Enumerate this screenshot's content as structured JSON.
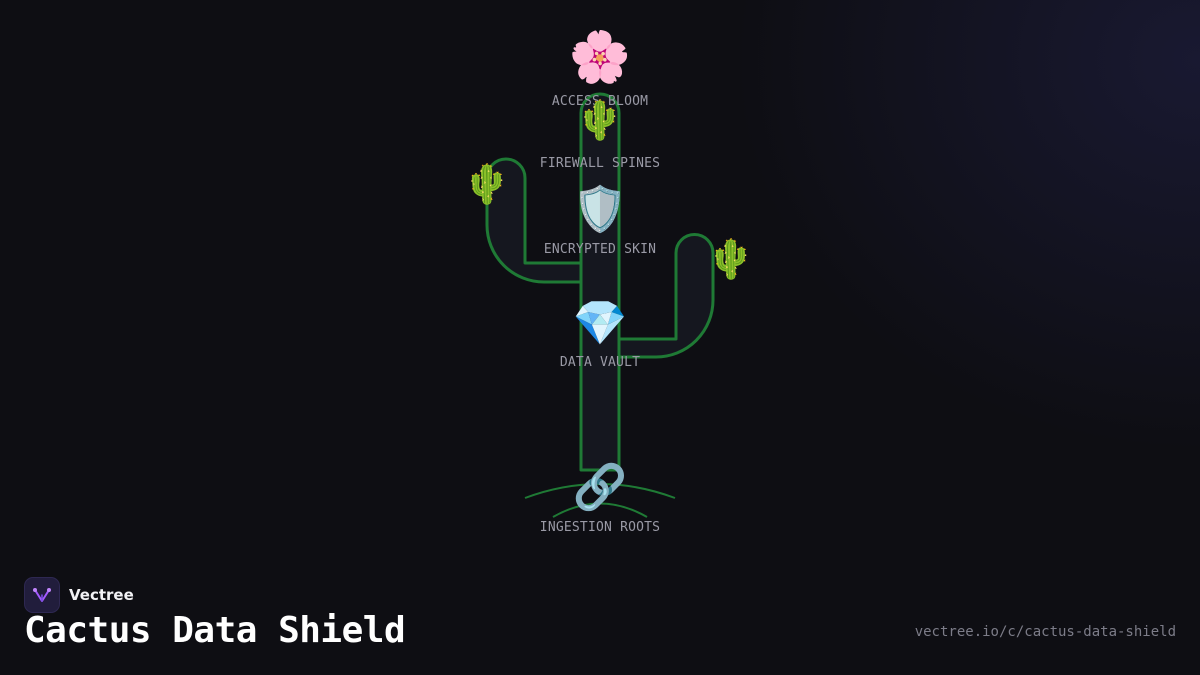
{
  "diagram": {
    "nodes": [
      {
        "id": "bloom",
        "icon": "flower-icon",
        "emoji": "🌸",
        "label": "ACCESS BLOOM"
      },
      {
        "id": "spines",
        "icon": "cactus-icon",
        "emoji": "🌵",
        "label": "FIREWALL SPINES"
      },
      {
        "id": "skin",
        "icon": "shield-icon",
        "emoji": "🛡️",
        "label": "ENCRYPTED SKIN"
      },
      {
        "id": "vault",
        "icon": "gem-icon",
        "emoji": "💎",
        "label": "DATA VAULT"
      },
      {
        "id": "roots",
        "icon": "link-icon",
        "emoji": "🔗",
        "label": "INGESTION ROOTS"
      }
    ],
    "side_icons": [
      {
        "id": "left-arm",
        "icon": "cactus-icon",
        "emoji": "🌵"
      },
      {
        "id": "right-arm",
        "icon": "cactus-icon",
        "emoji": "🌵"
      }
    ],
    "colors": {
      "outline": "#1f7a35",
      "fill": "#15171f",
      "background": "#0e0e13",
      "accent": "#a259ff"
    }
  },
  "footer": {
    "brand": "Vectree",
    "title": "Cactus Data Shield",
    "url": "vectree.io/c/cactus-data-shield"
  }
}
